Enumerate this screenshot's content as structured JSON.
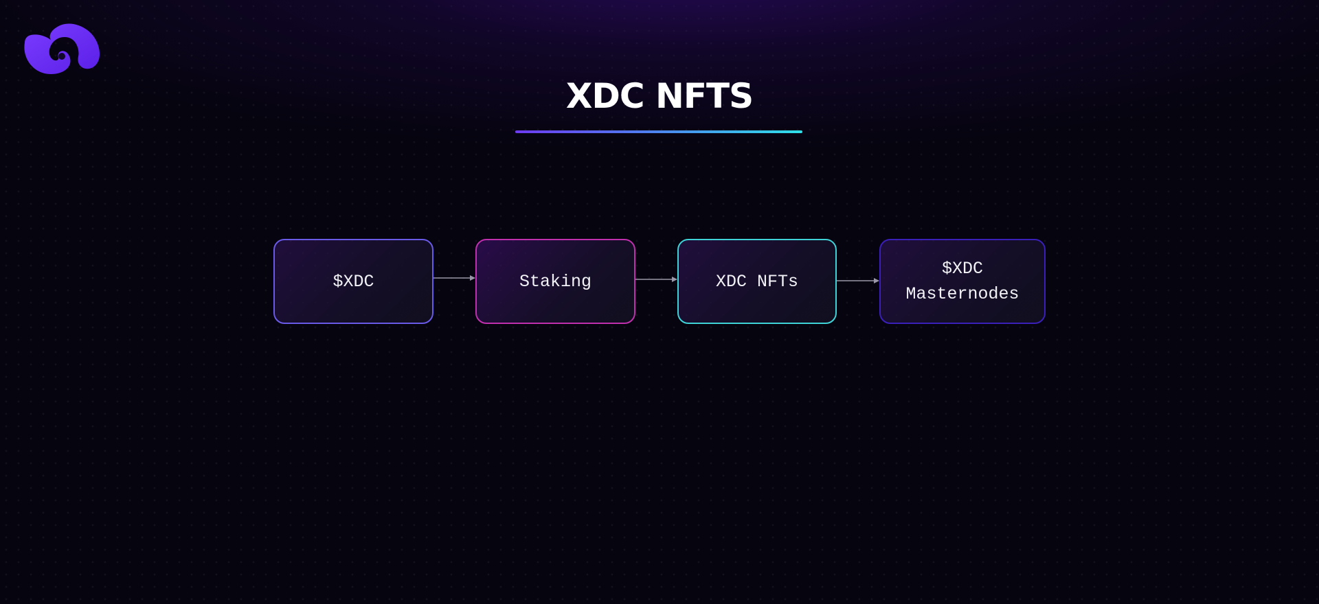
{
  "logo": {
    "icon": "swirl-logo-icon",
    "color": "#6b2ff5"
  },
  "title": "XDC NFTS",
  "flow": {
    "nodes": [
      {
        "label": "$XDC",
        "border": "#6a5ae8"
      },
      {
        "label": "Staking",
        "border": "#c02fae"
      },
      {
        "label": "XDC NFTs",
        "border": "#3fd3d8"
      },
      {
        "label": "$XDC\nMasternodes",
        "border": "#3a1fb8"
      }
    ],
    "edges": [
      {
        "from": "$XDC",
        "to": "Staking"
      },
      {
        "from": "Staking",
        "to": "XDC NFTs"
      },
      {
        "from": "XDC NFTs",
        "to": "$XDC\nMasternodes"
      }
    ],
    "arrow_color": "#9a98a8"
  }
}
